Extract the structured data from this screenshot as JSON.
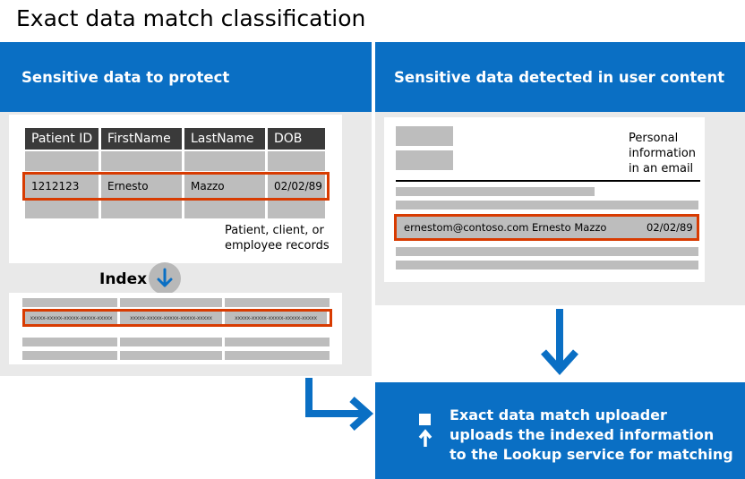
{
  "title": "Exact data match classification",
  "left": {
    "banner": "Sensitive data to protect",
    "table": {
      "headers": [
        "Patient ID",
        "FirstName",
        "LastName",
        "DOB"
      ],
      "highlight_row": [
        "1212123",
        "Ernesto",
        "Mazzo",
        "02/02/89"
      ]
    },
    "caption_line1": "Patient, client, or",
    "caption_line2": "employee records",
    "index_label": "Index",
    "index_cells": [
      "xxxxx-xxxxx-xxxxx-xxxxx-xxxxx",
      "xxxxx-xxxxx-xxxxx-xxxxx-xxxxx",
      "xxxxx-xxxxx-xxxxx-xxxxx-xxxxx"
    ]
  },
  "right": {
    "banner": "Sensitive data detected in user content",
    "email_label_line1": "Personal",
    "email_label_line2": "information",
    "email_label_line3": "in an email",
    "match_email": "ernestom@contoso.com",
    "match_name": "Ernesto Mazzo",
    "match_dob": "02/02/89"
  },
  "uploader": {
    "line1": "Exact data match uploader",
    "line2": "uploads the indexed information",
    "line3": "to the Lookup service for matching"
  },
  "colors": {
    "brand_blue": "#0a6fc4",
    "highlight": "#d83b01",
    "header_dark": "#3a3a3a",
    "placeholder_gray": "#bdbdbd"
  },
  "icons": [
    "arrow-down-circle-icon",
    "elbow-arrow-icon",
    "arrow-down-icon",
    "upload-icon"
  ]
}
